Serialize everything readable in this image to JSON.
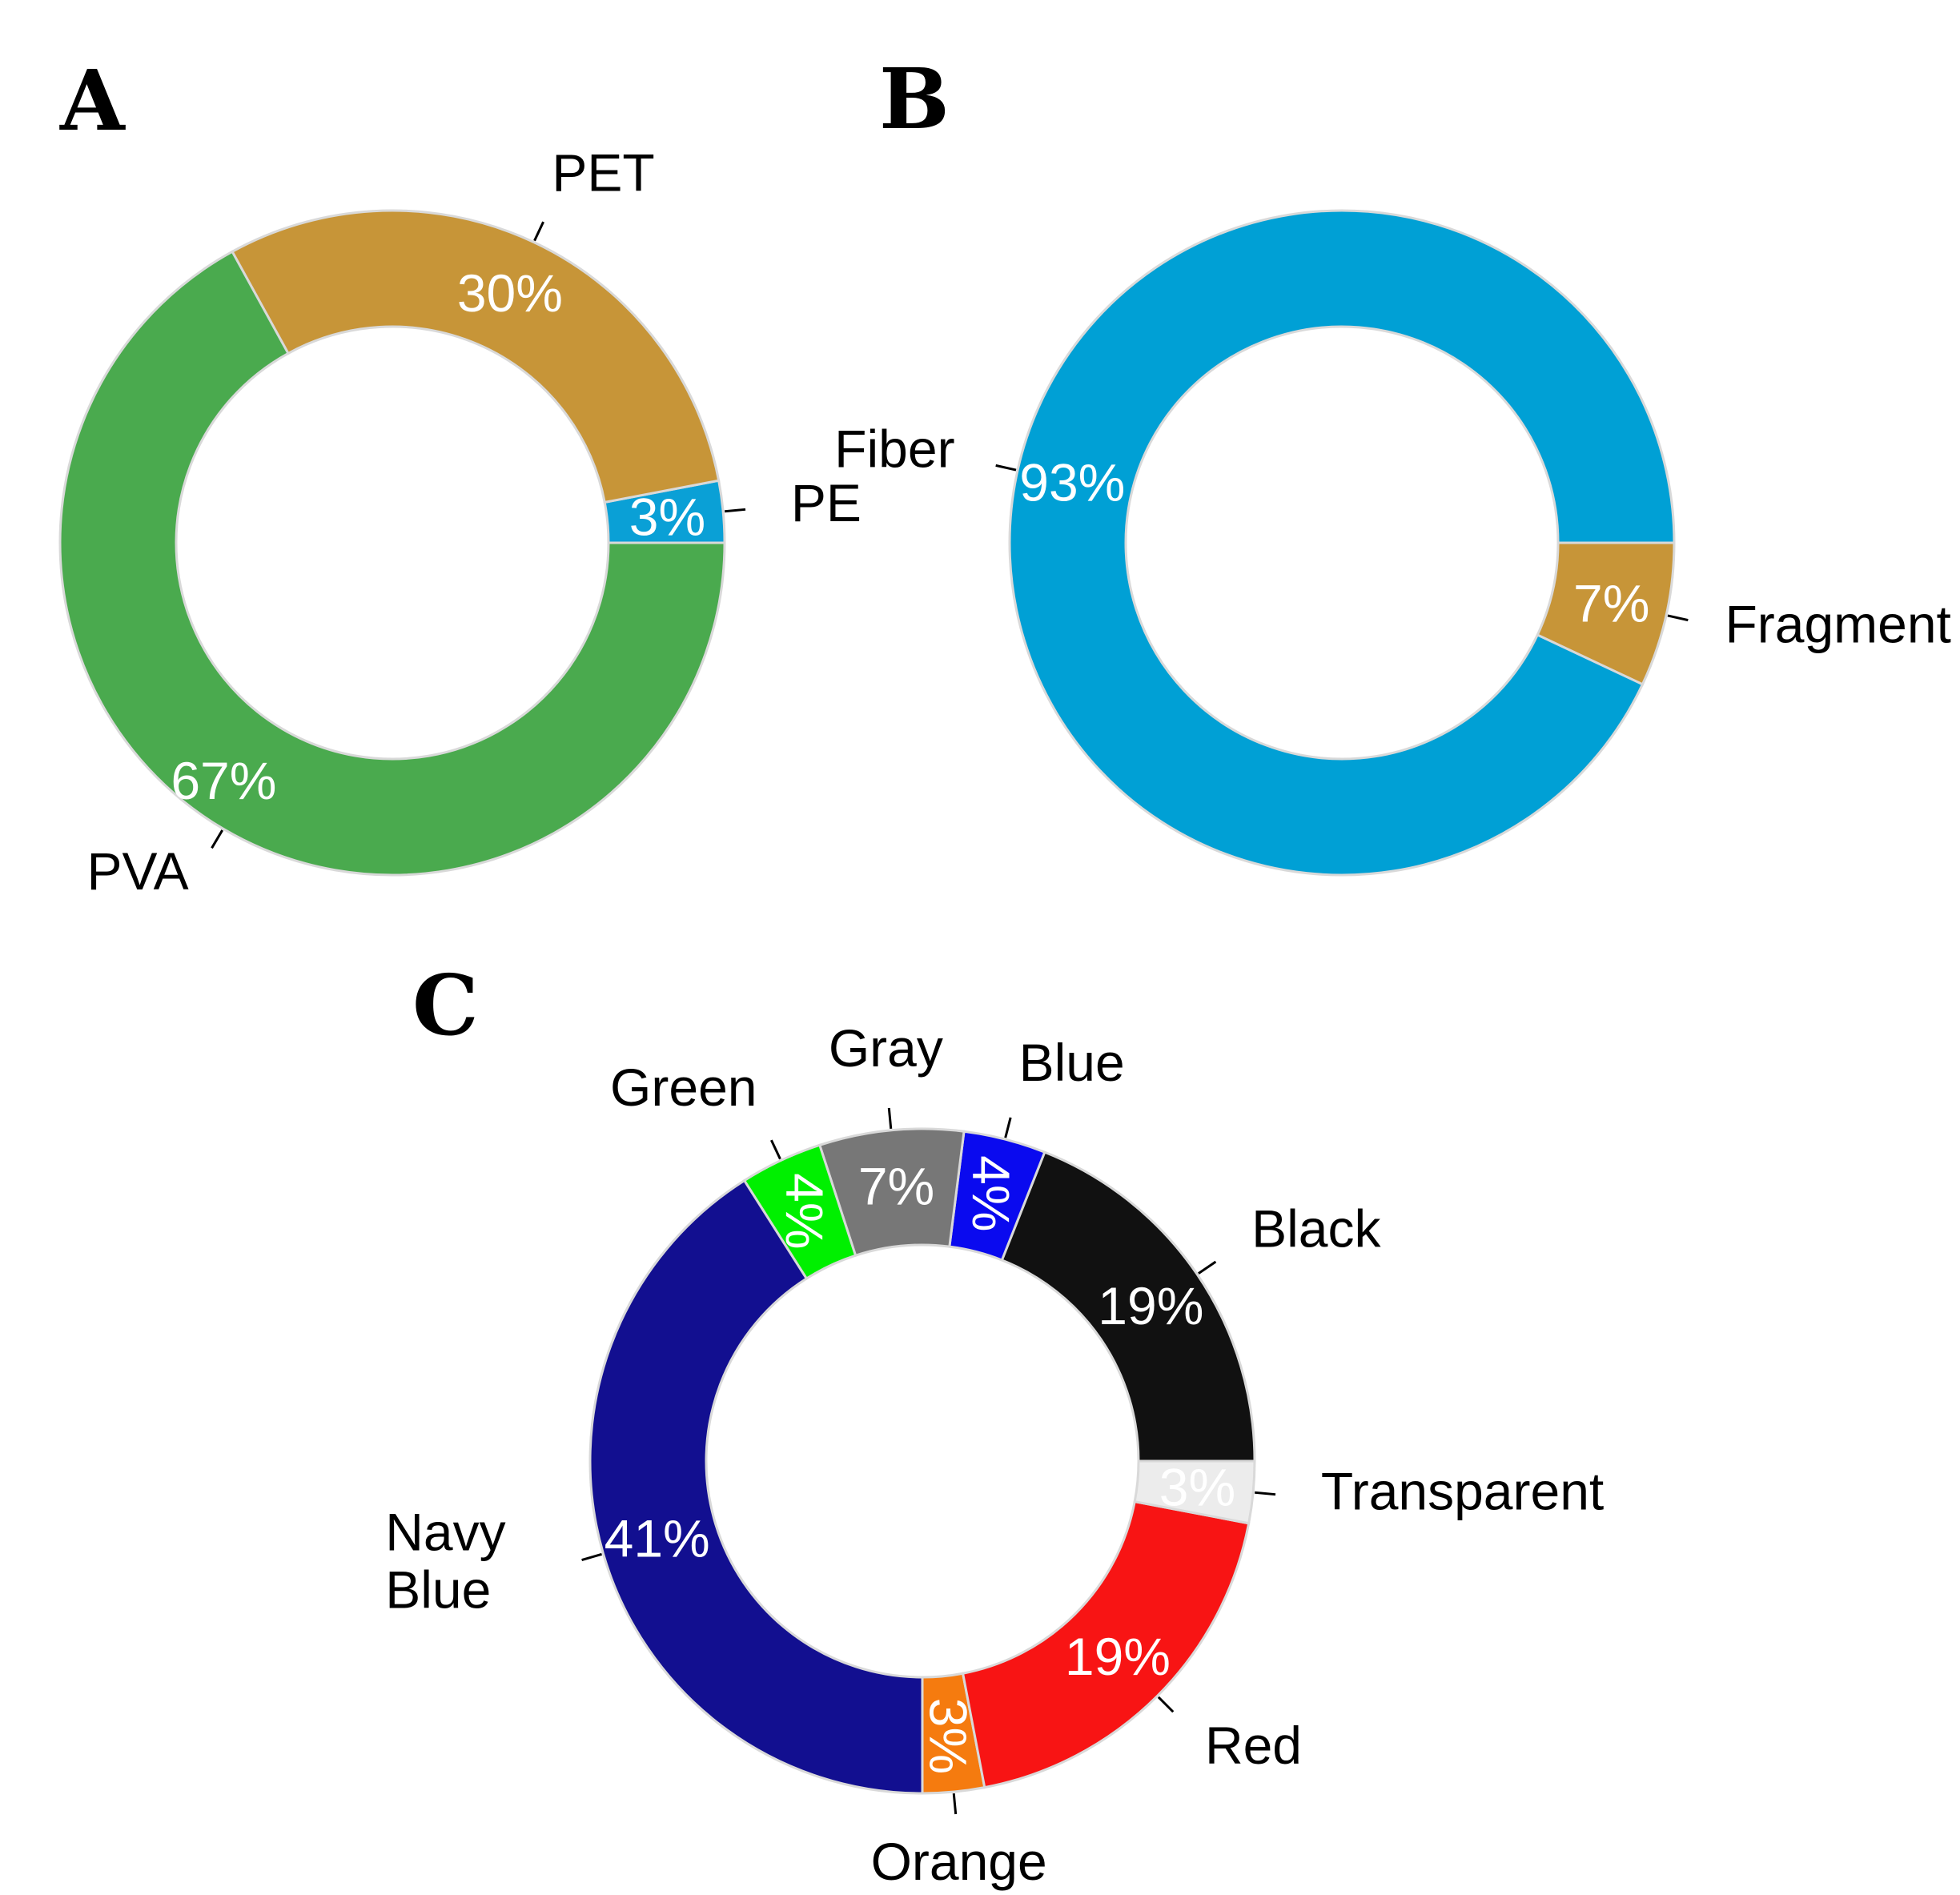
{
  "panels": [
    "A",
    "B",
    "C"
  ],
  "chart_data": [
    {
      "type": "pie",
      "donut": true,
      "panel": "A",
      "categories": [
        "PE",
        "PET",
        "PVA"
      ],
      "values": [
        3,
        30,
        67
      ],
      "value_labels": [
        "3%",
        "30%",
        "67%"
      ],
      "colors": [
        "#0aa0d6",
        "#c79538",
        "#4aaa4e"
      ],
      "start_angle_deg": 0,
      "direction": "counterclockwise"
    },
    {
      "type": "pie",
      "donut": true,
      "panel": "B",
      "categories": [
        "Fiber",
        "Fragment"
      ],
      "values": [
        93,
        7
      ],
      "value_labels": [
        "93%",
        "7%"
      ],
      "colors": [
        "#00a0d5",
        "#c79538"
      ],
      "start_angle_deg": 0,
      "direction": "counterclockwise"
    },
    {
      "type": "pie",
      "donut": true,
      "panel": "C",
      "categories": [
        "Black",
        "Blue",
        "Gray",
        "Green",
        "Navy Blue",
        "Orange",
        "Red",
        "Transparent"
      ],
      "values": [
        19,
        4,
        7,
        4,
        41,
        3,
        19,
        3
      ],
      "value_labels": [
        "19%",
        "4%",
        "7%",
        "4%",
        "41%",
        "3%",
        "19%",
        "3%"
      ],
      "colors": [
        "#111111",
        "#0a0aef",
        "#777777",
        "#00f000",
        "#120f90",
        "#f57b0f",
        "#f81414",
        "#ececec"
      ],
      "start_angle_deg": 0,
      "direction": "counterclockwise"
    }
  ]
}
